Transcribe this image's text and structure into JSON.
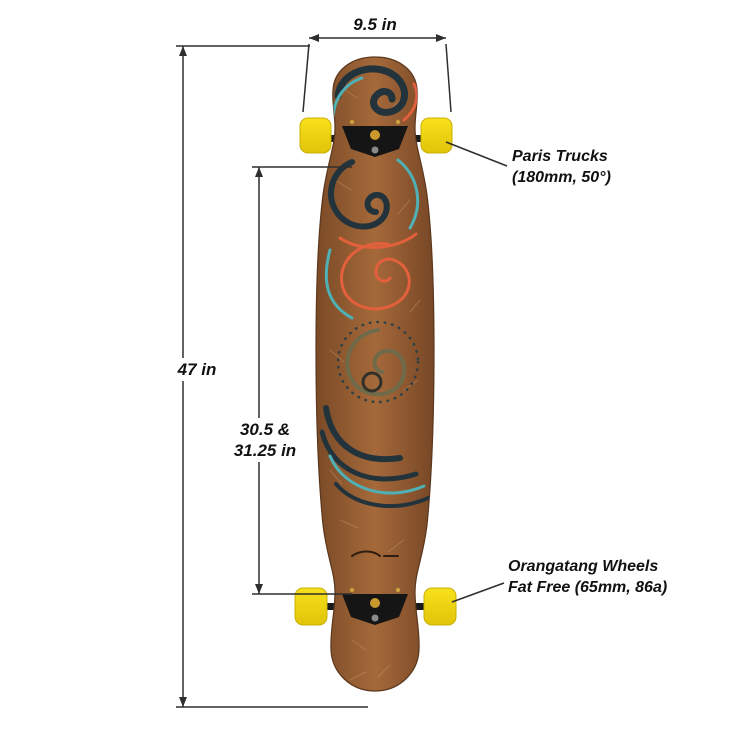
{
  "diagram": {
    "dimensions": {
      "width": {
        "label": "9.5 in"
      },
      "length": {
        "label": "47 in"
      },
      "wheelbase": {
        "line1": "30.5 &",
        "line2": "31.25 in"
      }
    },
    "callouts": {
      "trucks": {
        "line1": "Paris Trucks",
        "line2": "(180mm, 50°)"
      },
      "wheels": {
        "line1": "Orangatang Wheels",
        "line2": "Fat Free (65mm, 86a)"
      }
    },
    "colors": {
      "deck_brown": "#9a6136",
      "deck_edge": "#5a371d",
      "wheel_yellow": "#f2d70e",
      "art_teal": "#4fb0b5",
      "art_orange": "#e2603c",
      "art_dark": "#22333c",
      "dimension_line": "#2e2e2e"
    }
  }
}
